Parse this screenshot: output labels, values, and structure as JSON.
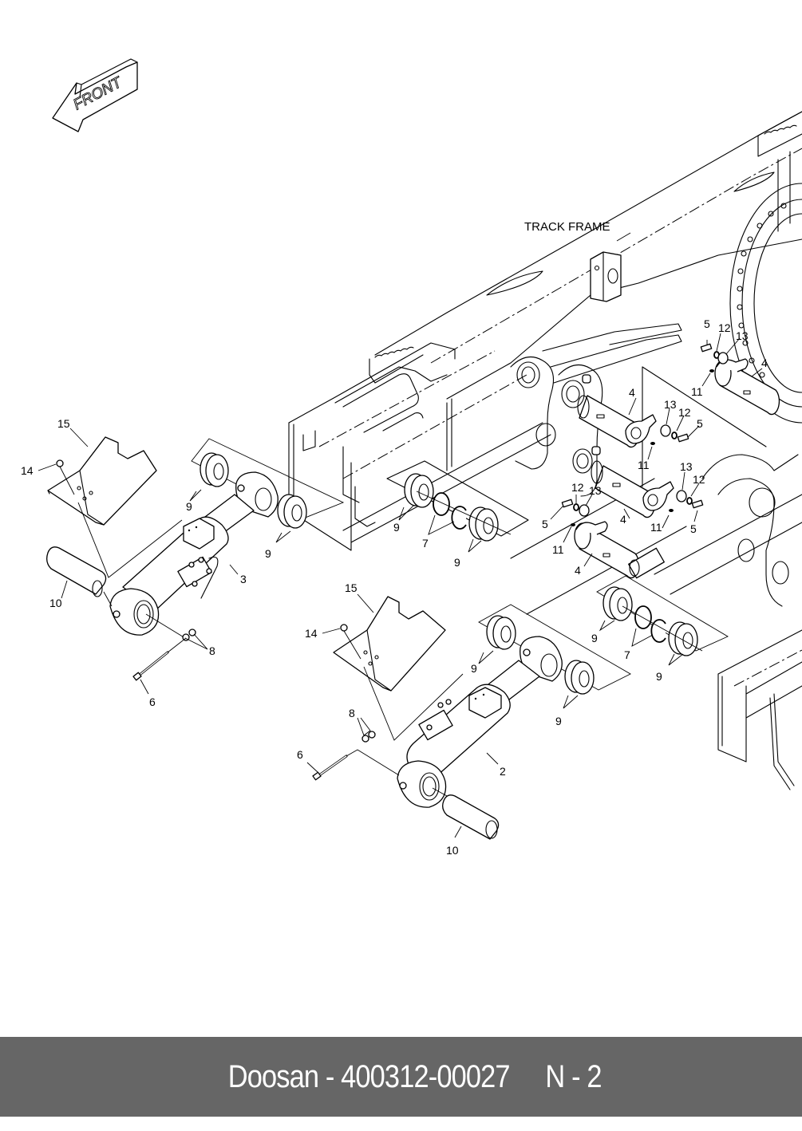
{
  "document": {
    "type": "parts-catalog-exploded-view",
    "brand": "Doosan",
    "part_number": "400312-00027",
    "page_ref": "N - 2",
    "footer_text": "Doosan - 400312-00027",
    "colors": {
      "footer_bg": "#666666",
      "footer_text": "#ffffff",
      "line_art": "#000000",
      "background": "#ffffff"
    }
  },
  "labels": {
    "front_arrow": "FRONT",
    "track_frame": "TRACK FRAME"
  },
  "callouts": {
    "left_cylinder": {
      "c15": "15",
      "c14": "14",
      "c9a": "9",
      "c9b": "9",
      "c3": "3",
      "c10": "10",
      "c8": "8",
      "c6": "6"
    },
    "center_seals": {
      "c9a": "9",
      "c7": "7",
      "c9b": "9"
    },
    "pins_upper": {
      "c5a": "5",
      "c12a": "12",
      "c13a": "13",
      "c11a": "11",
      "c4a": "4",
      "c4b": "4",
      "c13b": "13",
      "c12b": "12",
      "c5b": "5",
      "c11b": "11"
    },
    "pins_lower": {
      "c12c": "12",
      "c13c": "13",
      "c5c": "5",
      "c4c": "4",
      "c11c": "11",
      "c13d": "13",
      "c12d": "12",
      "c5d": "5",
      "c11d": "11",
      "c4d": "4"
    },
    "right_cylinder": {
      "c15": "15",
      "c14": "14",
      "c9a": "9",
      "c9b": "9",
      "c2": "2",
      "c10": "10",
      "c8": "8",
      "c6": "6"
    },
    "right_seals": {
      "c9a": "9",
      "c7": "7",
      "c9b": "9"
    }
  },
  "parts_referenced": [
    "2",
    "3",
    "4",
    "5",
    "6",
    "7",
    "8",
    "9",
    "10",
    "11",
    "12",
    "13",
    "14",
    "15"
  ]
}
